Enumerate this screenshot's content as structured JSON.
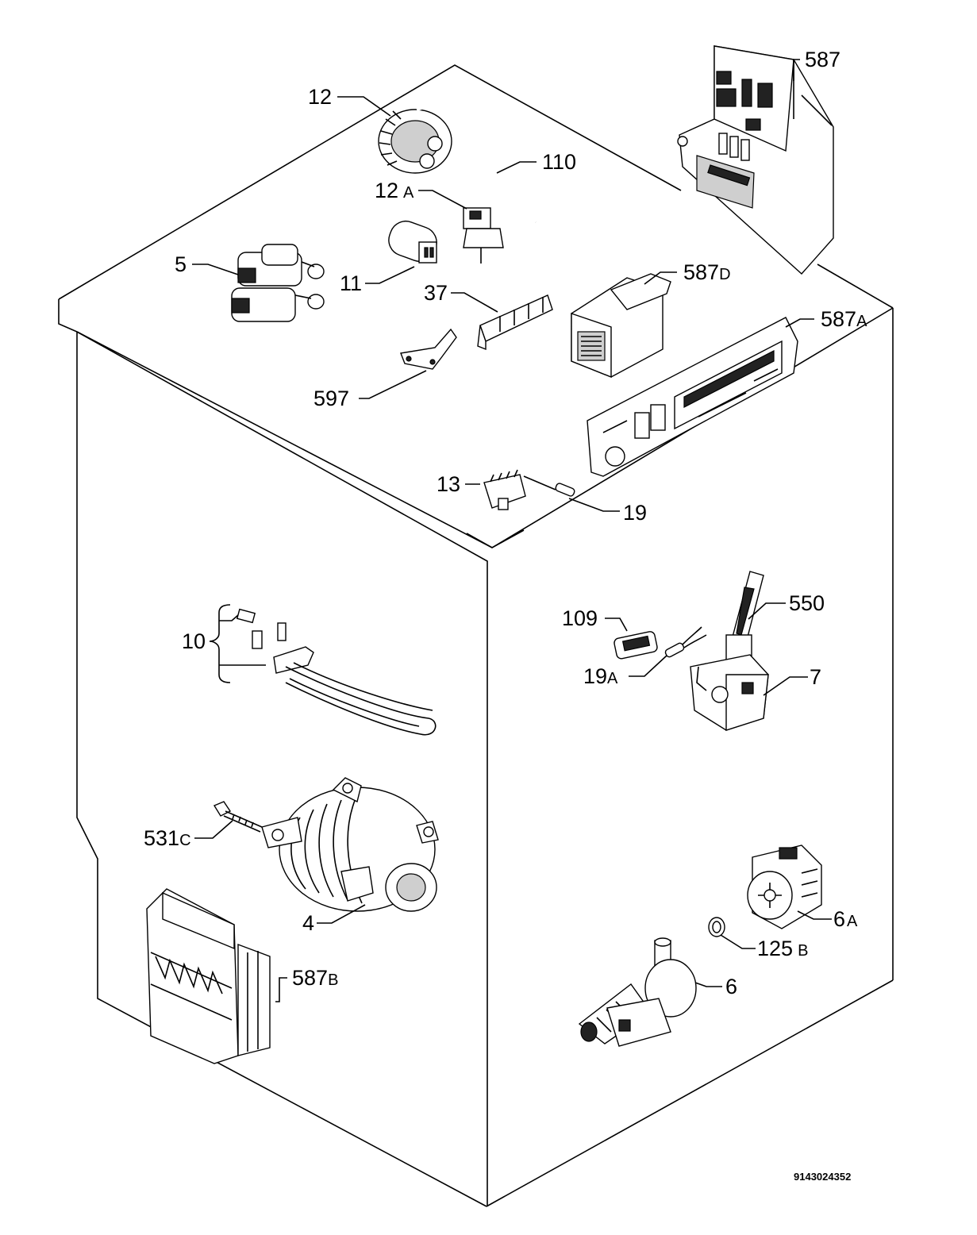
{
  "diagram": {
    "drawing_code": "9143024352",
    "callouts": [
      {
        "id": "587",
        "num": "587",
        "sub": ""
      },
      {
        "id": "12",
        "num": "12",
        "sub": ""
      },
      {
        "id": "110",
        "num": "110",
        "sub": ""
      },
      {
        "id": "12a",
        "num": "12",
        "sub": "A"
      },
      {
        "id": "5",
        "num": "5",
        "sub": ""
      },
      {
        "id": "11",
        "num": "11",
        "sub": ""
      },
      {
        "id": "587d",
        "num": "587",
        "sub": "D"
      },
      {
        "id": "37",
        "num": "37",
        "sub": ""
      },
      {
        "id": "587a",
        "num": "587",
        "sub": "A"
      },
      {
        "id": "597",
        "num": "597",
        "sub": ""
      },
      {
        "id": "13",
        "num": "13",
        "sub": ""
      },
      {
        "id": "19",
        "num": "19",
        "sub": ""
      },
      {
        "id": "10",
        "num": "10",
        "sub": ""
      },
      {
        "id": "109",
        "num": "109",
        "sub": ""
      },
      {
        "id": "550",
        "num": "550",
        "sub": ""
      },
      {
        "id": "19a",
        "num": "19",
        "sub": "A"
      },
      {
        "id": "7",
        "num": "7",
        "sub": ""
      },
      {
        "id": "531c",
        "num": "531",
        "sub": "C"
      },
      {
        "id": "4",
        "num": "4",
        "sub": ""
      },
      {
        "id": "6a",
        "num": "6",
        "sub": "A"
      },
      {
        "id": "125b",
        "num": "125",
        "sub": "B"
      },
      {
        "id": "587b",
        "num": "587",
        "sub": "B"
      },
      {
        "id": "6",
        "num": "6",
        "sub": ""
      }
    ]
  }
}
